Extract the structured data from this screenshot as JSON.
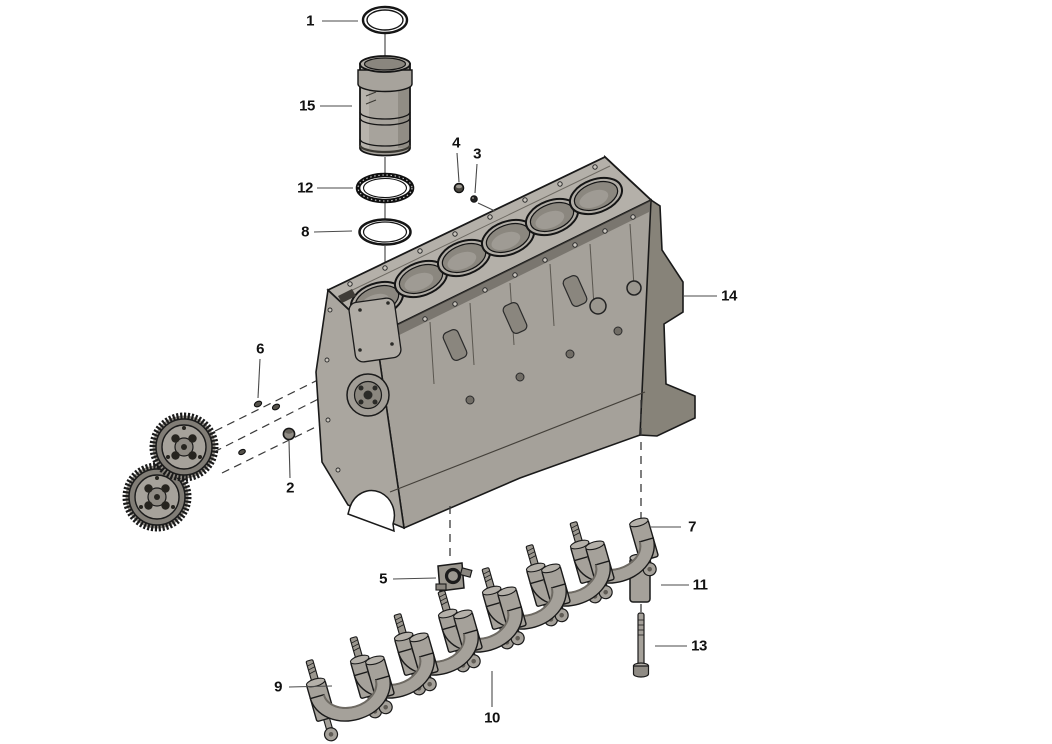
{
  "diagram": {
    "subject": "engine-cylinder-block-exploded-view",
    "background": "#ffffff",
    "ink": "#1a1a1a",
    "metal_light": "#b4b0a9",
    "metal_mid": "#a5a19a",
    "metal_dark": "#878379",
    "gear_dark": "#26241f"
  },
  "callouts": [
    {
      "label": "1"
    },
    {
      "label": "15"
    },
    {
      "label": "12"
    },
    {
      "label": "8"
    },
    {
      "label": "4"
    },
    {
      "label": "3"
    },
    {
      "label": "14"
    },
    {
      "label": "6"
    },
    {
      "label": "2"
    },
    {
      "label": "5"
    },
    {
      "label": "9"
    },
    {
      "label": "10"
    },
    {
      "label": "7"
    },
    {
      "label": "11"
    },
    {
      "label": "13"
    }
  ]
}
